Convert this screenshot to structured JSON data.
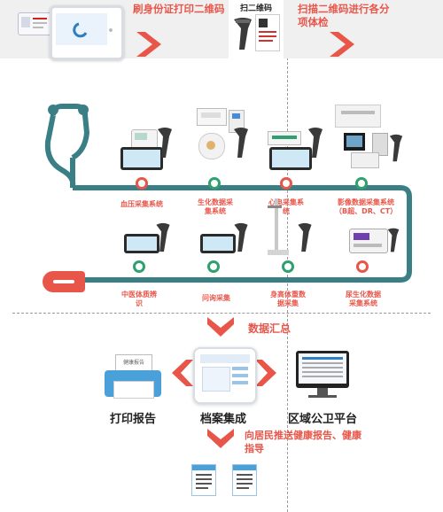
{
  "colors": {
    "accent_red": "#e8564a",
    "teal": "#3a7e86",
    "node_red": "#e8564a",
    "node_green": "#2fa070"
  },
  "top": {
    "step1": "刷身份证打印二维码",
    "step2_title": "扫二维码",
    "step3": "扫描二维码进行各分项体检"
  },
  "stations_row1": [
    {
      "label": "血压采集系统",
      "node": "red"
    },
    {
      "label": "生化数据采集系统",
      "node": "green"
    },
    {
      "label": "心电采集系统",
      "node": "red"
    },
    {
      "label": "影像数据采集系统（B超、DR、CT）",
      "node": "green"
    }
  ],
  "stations_row2": [
    {
      "label": "中医体质辨识",
      "node": "green"
    },
    {
      "label": "问询采集",
      "node": "green"
    },
    {
      "label": "身高体重数据采集",
      "node": "green"
    },
    {
      "label": "尿生化数据采集系统",
      "node": "red"
    }
  ],
  "summary": {
    "data_title": "数据汇总",
    "print_label": "打印报告",
    "archive_label": "档案集成",
    "platform_label": "区域公卫平台",
    "push_text": "向居民推送健康报告、健康指导",
    "report_card_title": "健康报告"
  },
  "icons": [
    "id-card-icon",
    "tablet-icon",
    "barcode-scanner-icon",
    "stethoscope-icon",
    "blood-pressure-monitor-icon",
    "biochemical-analyzer-icon",
    "ecg-device-icon",
    "imaging-device-icon",
    "height-scale-icon",
    "urine-analyzer-icon",
    "printer-icon",
    "computer-monitor-icon",
    "report-document-icon",
    "arrow-down-icon"
  ]
}
